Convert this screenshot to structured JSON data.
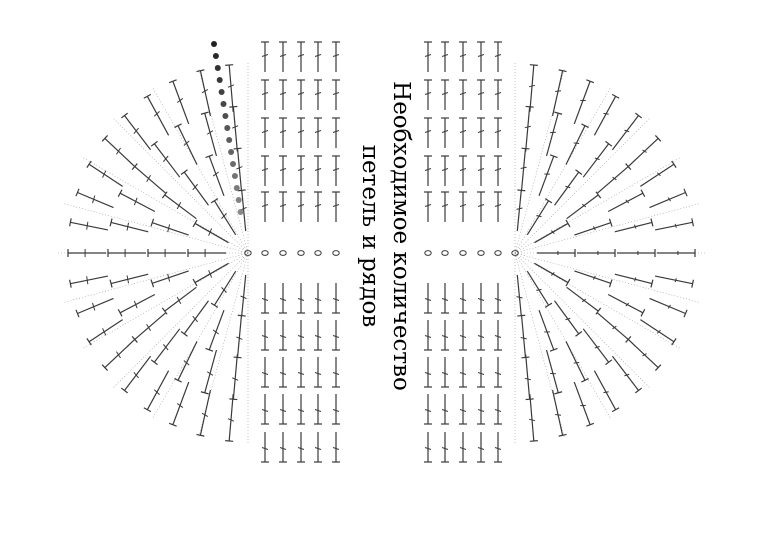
{
  "caption": {
    "line1": "Необходимое количество",
    "line2": "петель и рядов"
  },
  "colors": {
    "stitch": "#3a3a3a",
    "spoke": "#9a9a9a",
    "chain_dark": "#222222",
    "chain_light": "#8a8a8a"
  },
  "symbols": {
    "chain": "chain-stitch-oval",
    "double_crochet": "double-crochet-stitch",
    "turning_chain": "turning-chain-dot"
  }
}
